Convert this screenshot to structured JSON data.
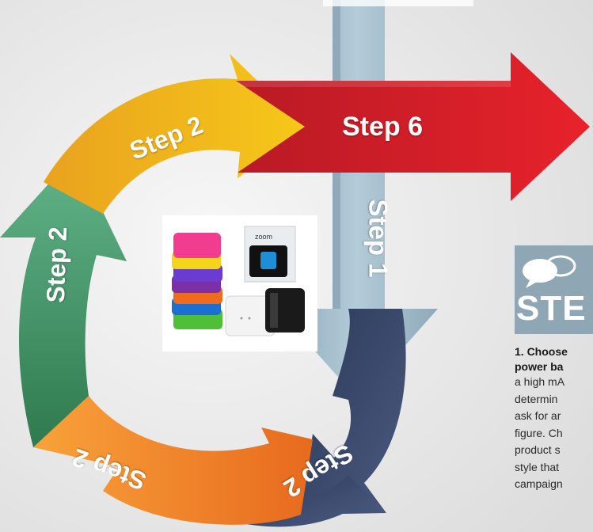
{
  "diagram": {
    "steps": [
      {
        "id": "top-arrow",
        "label": "Step 6",
        "color": "#d8202b"
      },
      {
        "id": "right-arrow",
        "label": "Step 1",
        "color": "#9ab6c8"
      },
      {
        "id": "upper-arc",
        "label": "Step 2",
        "color": "#f2b71b"
      },
      {
        "id": "left-arc",
        "label": "Step 2",
        "color": "#3b8d5f"
      },
      {
        "id": "bottom-left-arc",
        "label": "Step 2",
        "color": "#f07f22"
      },
      {
        "id": "bottom-right-arc",
        "label": "Step 2",
        "color": "#3b4a6c"
      }
    ],
    "photo_caption": "zoom"
  },
  "side_panel": {
    "header_text": "STE",
    "icon": "speech-bubbles-icon",
    "title_lines": [
      "1. Choose",
      "power ba"
    ],
    "body_lines": [
      "a high mA",
      "determin",
      "ask for ar",
      "figure. Ch",
      "product s",
      "style that",
      "campaign"
    ]
  }
}
